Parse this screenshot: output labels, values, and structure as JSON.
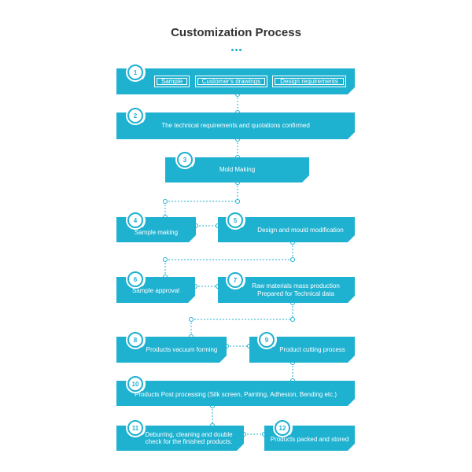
{
  "title": "Customization Process",
  "accent_color": "#1fb1d0",
  "steps": [
    {
      "number": "1",
      "label": "",
      "tags": [
        "Sample",
        "Customer's drawings",
        "Design requirements"
      ]
    },
    {
      "number": "2",
      "label": "The technical requirements and quotations confirmed"
    },
    {
      "number": "3",
      "label": "Mold Making"
    },
    {
      "number": "4",
      "label": "Sample making"
    },
    {
      "number": "5",
      "label": "Design and mould modification"
    },
    {
      "number": "6",
      "label": "Sample approval"
    },
    {
      "number": "7",
      "label": "Raw materials mass production\nPrepared for Technical data"
    },
    {
      "number": "8",
      "label": "Products vacuum forming"
    },
    {
      "number": "9",
      "label": "Product cutting process"
    },
    {
      "number": "10",
      "label": "Products Post processing (Silk screen, Painting, Adhesion, Bending etc.)"
    },
    {
      "number": "11",
      "label": "Deburring, cleaning and double\ncheck for the finished products."
    },
    {
      "number": "12",
      "label": "Products packed and stored"
    }
  ]
}
